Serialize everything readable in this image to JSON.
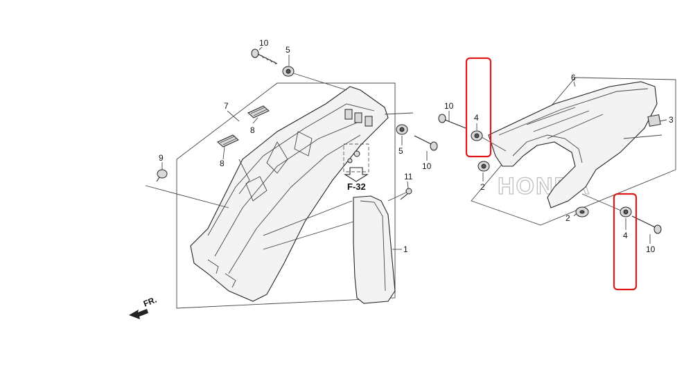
{
  "callouts": {
    "c10_top": "10",
    "c5_top": "5",
    "c7": "7",
    "c8_upper": "8",
    "c8_lower": "8",
    "c9": "9",
    "c5_mid": "5",
    "c10_mid": "10",
    "c11": "11",
    "c1": "1",
    "c10_left": "10",
    "c4_upper": "4",
    "c6": "6",
    "c3": "3",
    "c2_left": "2",
    "c2_right": "2",
    "c4_lower": "4",
    "c10_right": "10"
  },
  "reference": "F-32",
  "front_marker": "FR.",
  "brand_logo": "HONDA",
  "colors": {
    "highlight": "#e01818",
    "line": "#222222",
    "background": "#ffffff"
  }
}
